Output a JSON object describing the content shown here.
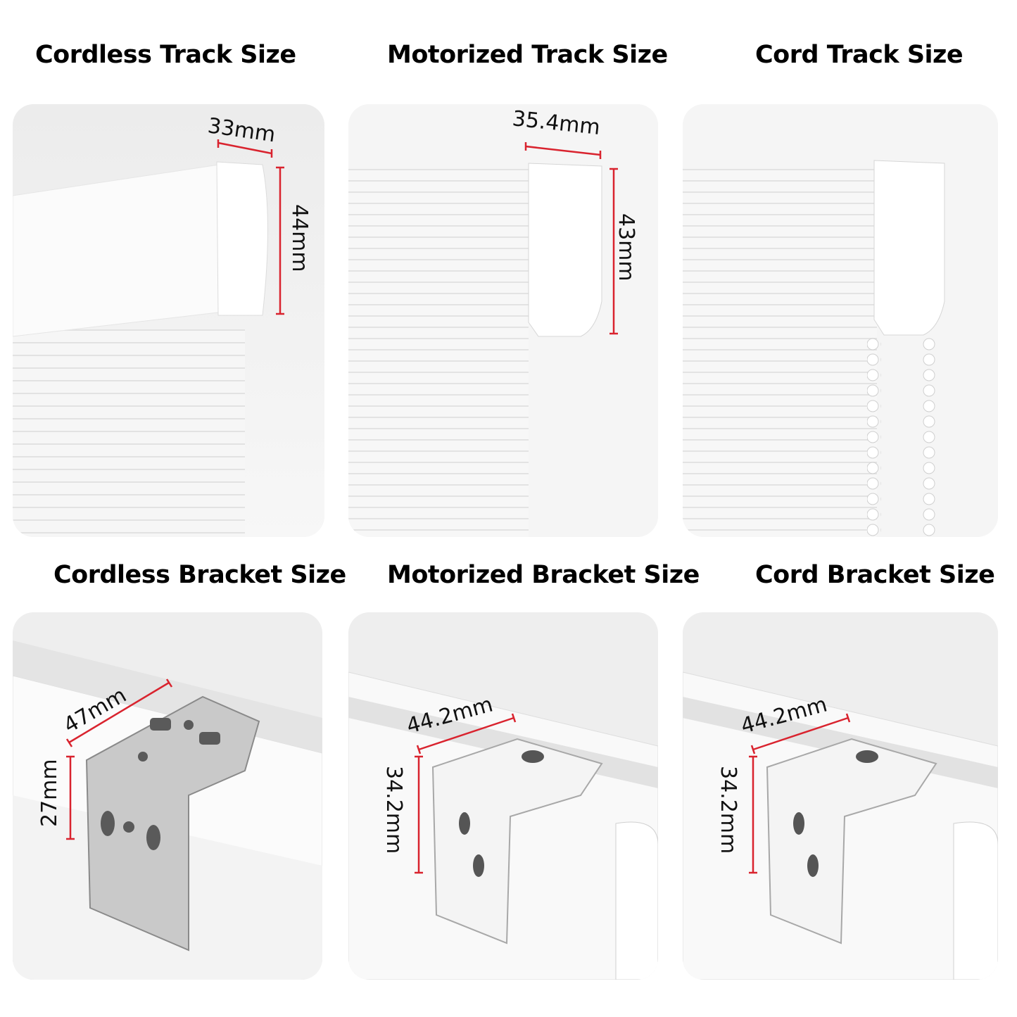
{
  "tracks": [
    {
      "title": "Cordless Track Size",
      "width_label": "33mm",
      "height_label": "44mm"
    },
    {
      "title": "Motorized Track Size",
      "width_label": "35.4mm",
      "height_label": "43mm"
    },
    {
      "title": "Cord Track Size"
    }
  ],
  "brackets": [
    {
      "title": "Cordless Bracket Size",
      "width_label": "47mm",
      "height_label": "27mm"
    },
    {
      "title": "Motorized Bracket Size",
      "width_label": "44.2mm",
      "height_label": "34.2mm"
    },
    {
      "title": "Cord Bracket Size",
      "width_label": "44.2mm",
      "height_label": "34.2mm"
    }
  ],
  "colors": {
    "dimension_line": "#d9232e"
  }
}
